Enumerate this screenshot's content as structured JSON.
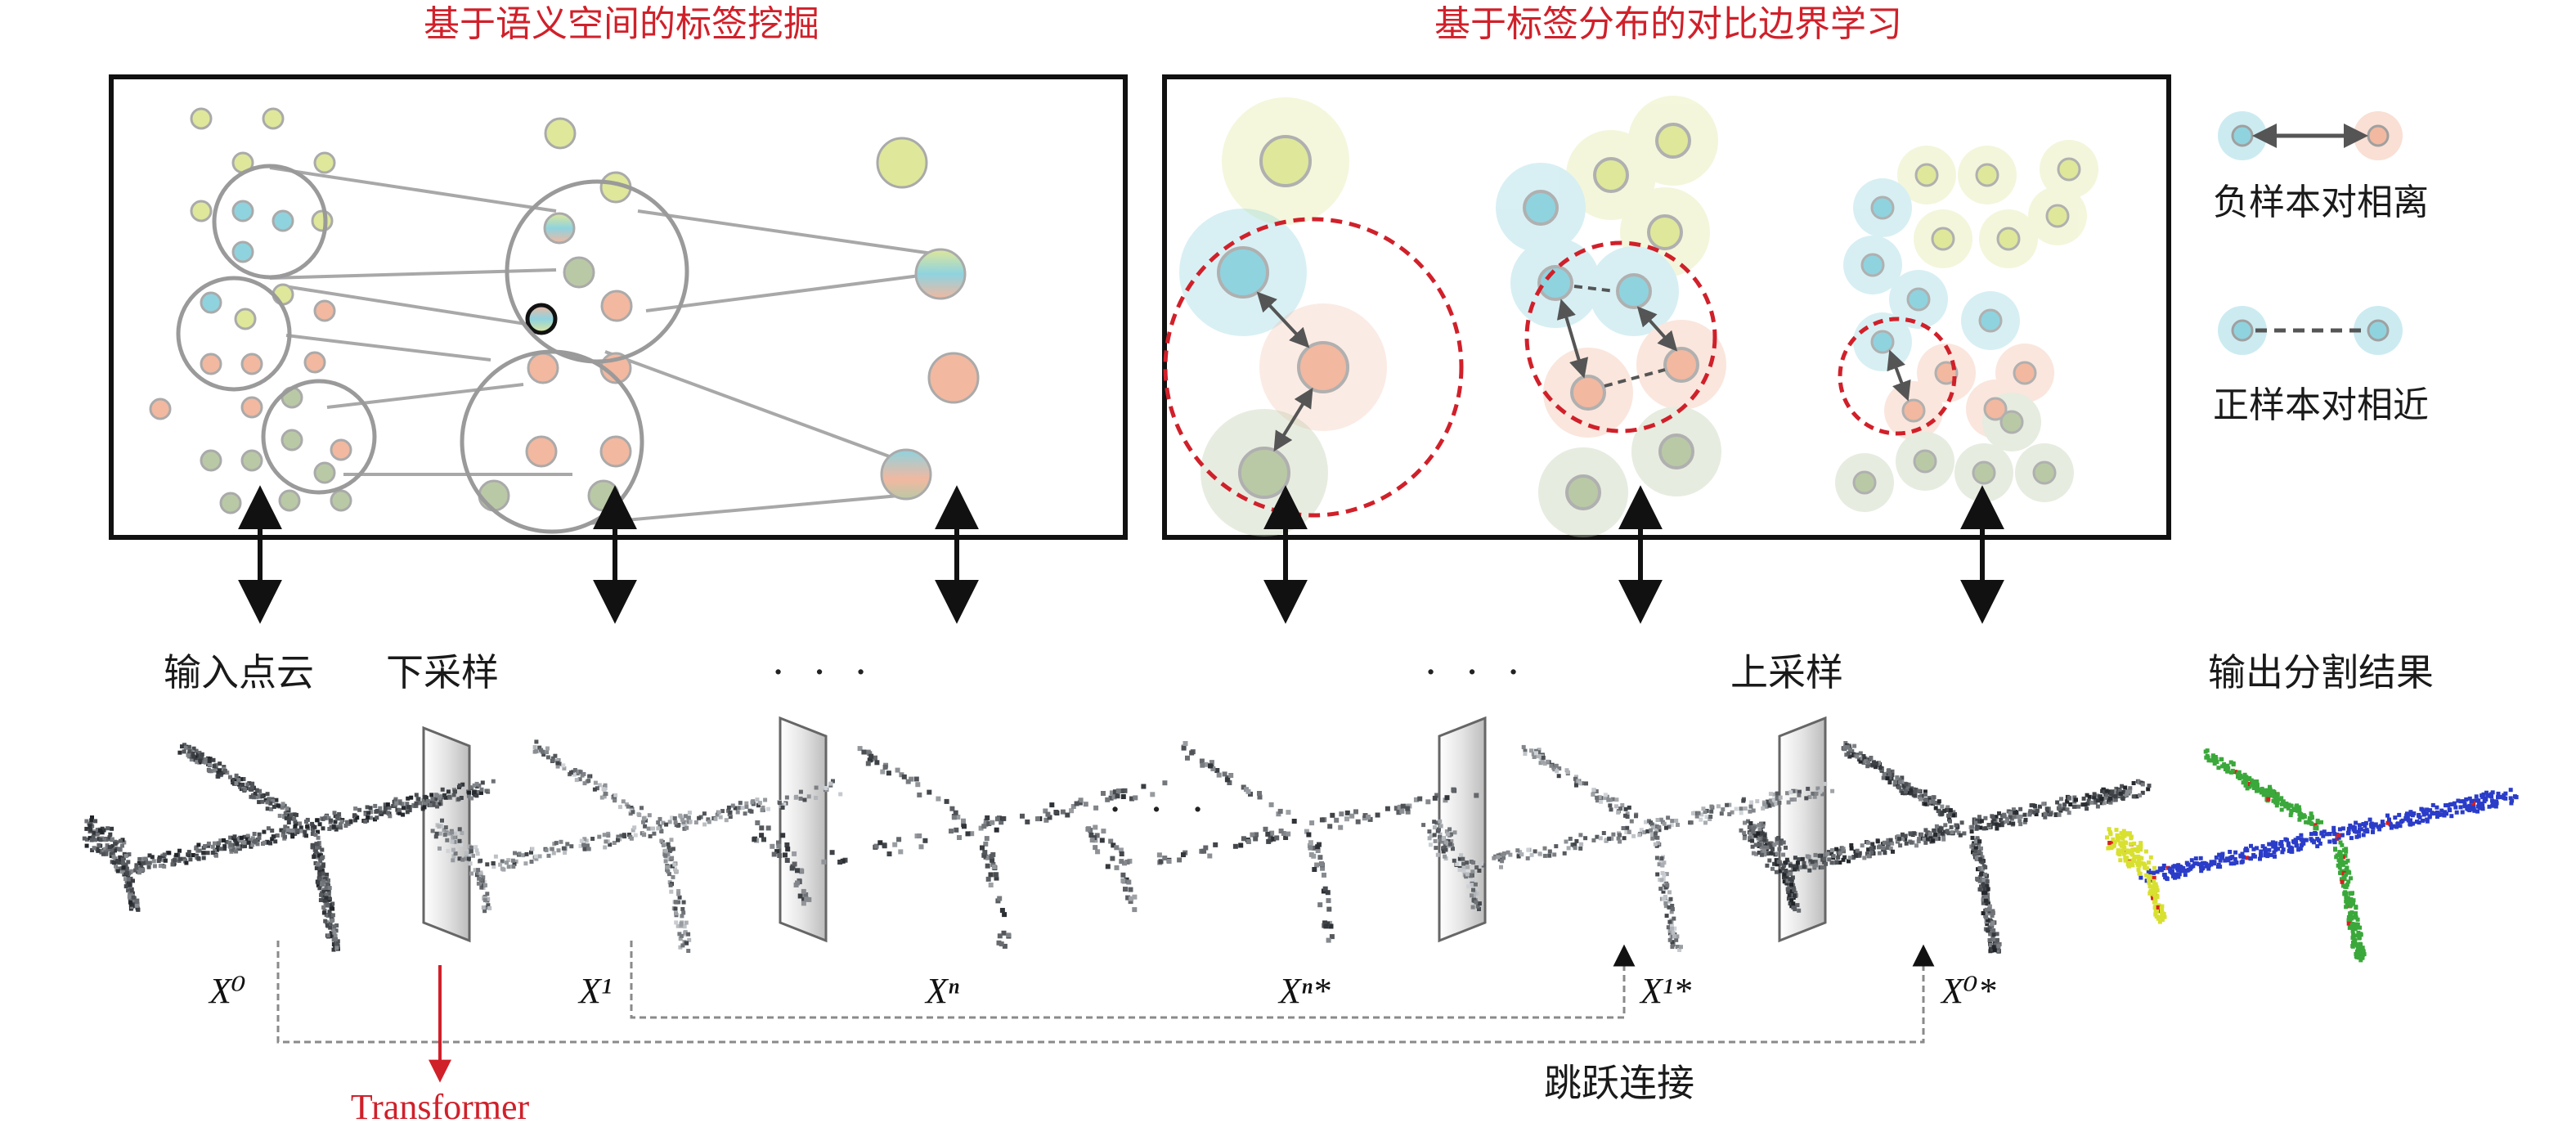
{
  "titles": {
    "left": "基于语义空间的标签挖掘",
    "right": "基于标签分布的对比边界学习"
  },
  "legend": {
    "negative": "负样本对相离",
    "positive": "正样本对相近"
  },
  "labels": {
    "input": "输入点云",
    "downsample": "下采样",
    "upsample": "上采样",
    "output": "输出分割结果",
    "ellipsis": "· · ·",
    "ellipsis_mid": "· · ·",
    "skip": "跳跃连接",
    "transformer": "Transformer"
  },
  "variables": {
    "x0": "X⁰",
    "x1": "X¹",
    "xn": "Xⁿ",
    "xn_star": "Xⁿ*",
    "x1_star": "X¹*",
    "x0_star": "X⁰*"
  },
  "colors": {
    "title_red": "#d0202a",
    "cyan": "#8fd3df",
    "peach": "#f2b8a0",
    "yellow_green": "#dfe79a",
    "grey_green": "#b9c9a6",
    "circle_grey": "#9a9a9a",
    "dashed_red": "#d0202a",
    "point_dark": "#2a3036",
    "seg_green": "#3aa83a",
    "seg_blue": "#2a3cc8",
    "seg_yellow": "#d8e030",
    "seg_red": "#d82020"
  },
  "icons": {
    "double_arrow": "double-arrow-icon",
    "downsample_block": "downsample-block-icon",
    "upsample_block": "upsample-block-icon"
  }
}
